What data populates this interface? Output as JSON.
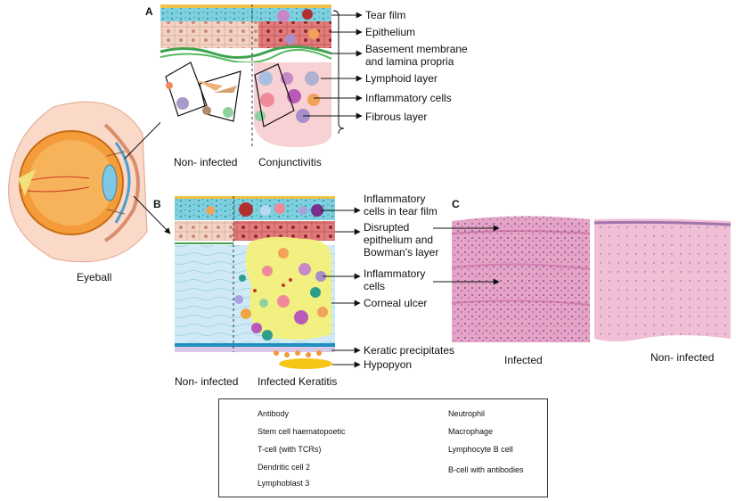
{
  "panels": {
    "a": "A",
    "b": "B",
    "c": "C"
  },
  "eyeball_label": "Eyeball",
  "panel_a": {
    "layer_labels": [
      "Tear film",
      "Epithelium",
      "Basement membrane",
      "and lamina propria",
      "Lymphoid layer",
      "Inflammatory cells",
      "Fibrous layer"
    ],
    "caption_left": "Non- infected",
    "caption_right": "Conjunctivitis"
  },
  "panel_b": {
    "labels": [
      "Inflammatory",
      "cells in tear film",
      "Disrupted",
      "epithelium and",
      "Bowman's layer",
      "Inflammatory",
      "cells",
      "Corneal ulcer",
      "Keratic precipitates",
      "Hypopyon"
    ],
    "caption_left": "Non- infected",
    "caption_right": "Infected Keratitis"
  },
  "panel_c": {
    "caption_left": "Infected",
    "caption_right": "Non- infected"
  },
  "legend": {
    "items": [
      {
        "label": "Antibody",
        "icon": "antibody-icon",
        "color": "#c0392b"
      },
      {
        "label": "Stem cell haematopoetic",
        "icon": "stem-cell-icon",
        "color": "#b266b2"
      },
      {
        "label": "T-cell (with TCRs)",
        "icon": "t-cell-icon",
        "color": "#2e9e8a"
      },
      {
        "label": "Dendritic cell 2",
        "icon": "dendritic-cell-icon",
        "color": "#a9a0e0"
      },
      {
        "label": "Lymphoblast 3",
        "icon": "lymphoblast-icon",
        "color": "#7b2e8c"
      },
      {
        "label": "Neutrophil",
        "icon": "neutrophil-icon",
        "color": "#f0a640"
      },
      {
        "label": "Macrophage",
        "icon": "macrophage-icon",
        "color": "#8fd19e"
      },
      {
        "label": "Lymphocyte B cell",
        "icon": "b-cell-icon",
        "color": "#a98fc9"
      },
      {
        "label": "B-cell with antibodies",
        "icon": "b-cell-antibodies-icon",
        "color": "#b03030"
      }
    ]
  },
  "colors": {
    "tear_film": "#5ec3d6",
    "epithelium_normal": "#f2d2c2",
    "epithelium_inflamed": "#e07a7a",
    "lamina_green": "#4caf50",
    "inflamed_region": "#f7c9cc",
    "cornea_stroma": "#cdeaf5",
    "ulcer": "#f2f07a",
    "hypopyon": "#f5c518",
    "histology_pink": "#e7a9c8"
  }
}
